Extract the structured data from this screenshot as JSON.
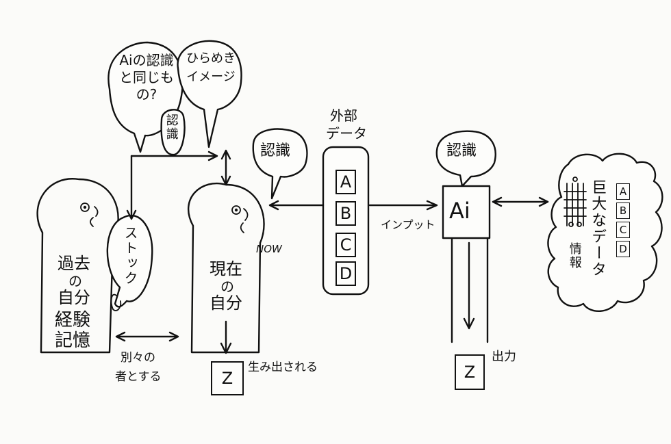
{
  "bubbles": {
    "ai_recognition_question": "Aiの認識と同じもの?",
    "inspiration_image": "ひらめきイメージ",
    "small_recognition": "認識",
    "now_recognition": "認識",
    "ai_recognition": "認識"
  },
  "past_self": {
    "label_line1": "過去",
    "label_line2": "の",
    "label_line3": "自分",
    "label_line4": "経験",
    "label_line5": "記憶",
    "stock_label": "ストック"
  },
  "present_self": {
    "label_line1": "現在",
    "label_line2": "の",
    "label_line3": "自分",
    "now_label": "NOW",
    "output_letter": "Z",
    "output_label": "生み出される"
  },
  "separate_label_line1": "別々の",
  "separate_label_line2": "者とする",
  "external_data": {
    "title_line1": "外部",
    "title_line2": "データ",
    "items": [
      "A",
      "B",
      "C",
      "D"
    ]
  },
  "input_label": "インプット",
  "ai": {
    "label": "Ai",
    "output_letter": "Z",
    "output_label": "出力"
  },
  "huge_data": {
    "label": "巨大なデータ",
    "sub_label": "情報",
    "items": [
      "A",
      "B",
      "C",
      "D"
    ]
  }
}
